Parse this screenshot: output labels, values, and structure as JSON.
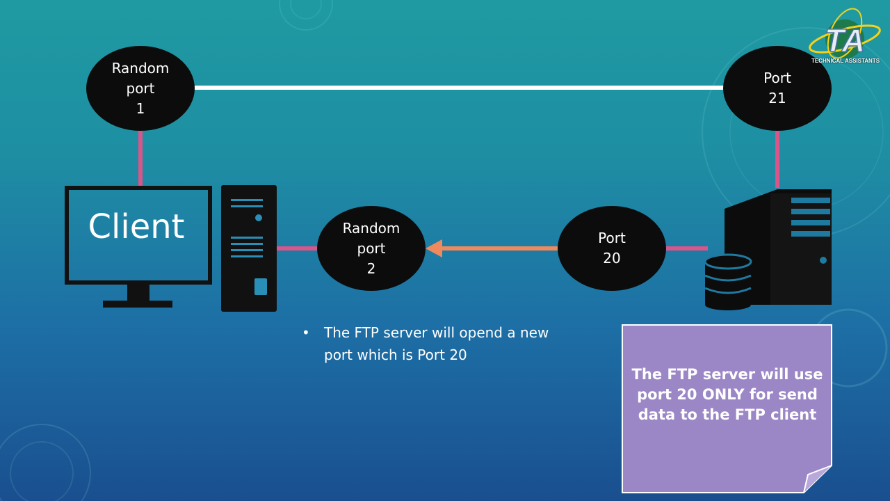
{
  "ports": {
    "random_port_1": [
      "Random",
      "port",
      "1"
    ],
    "port_21": [
      "Port",
      "21"
    ],
    "random_port_2": [
      "Random",
      "port",
      "2"
    ],
    "port_20": [
      "Port",
      "20"
    ]
  },
  "client": {
    "label": "Client"
  },
  "bullet": {
    "symbol": "•",
    "text": "The FTP server will opend a new port which is Port 20"
  },
  "note": {
    "text": "The FTP server will use port 20 ONLY for send data to the FTP client"
  },
  "logo": {
    "letters": "TA",
    "caption": "TECHNICAL ASSISTANTS"
  },
  "colors": {
    "control_line": "#ffffff",
    "link_line": "#d9558a",
    "data_arrow": "#f08a5d",
    "port_fill": "#0c0c0c",
    "note_fill": "#9b86c6"
  }
}
